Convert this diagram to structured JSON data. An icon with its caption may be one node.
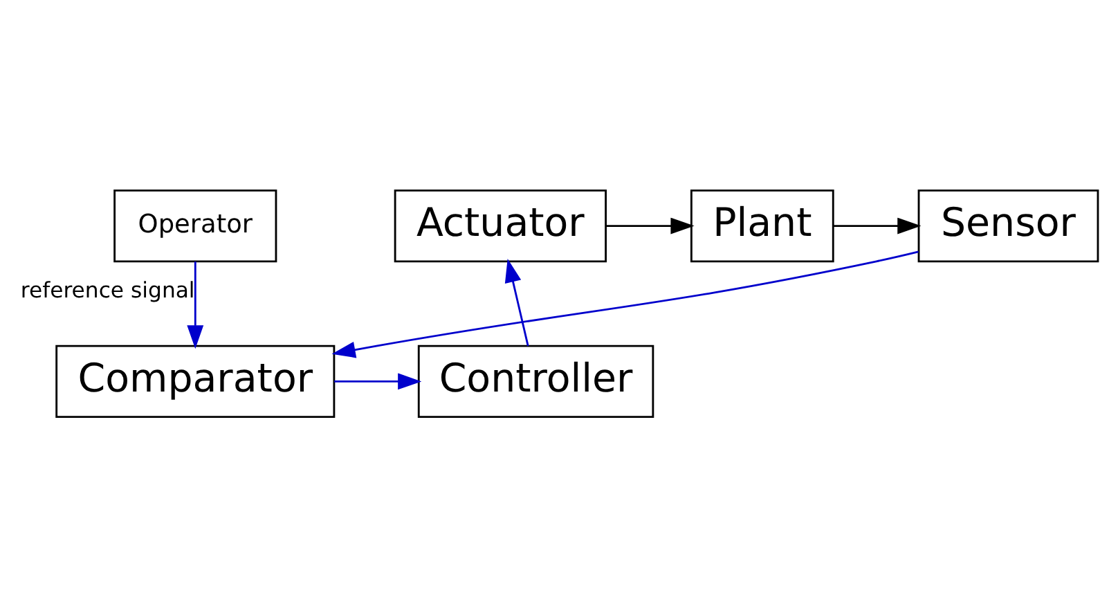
{
  "diagram": {
    "nodes": [
      {
        "text": [
          "Actuator"
        ]
      },
      {
        "text": [
          "Plant"
        ]
      },
      {
        "text": [
          "Sensor"
        ]
      },
      {
        "text": [
          "Controller"
        ]
      },
      {
        "text": [
          "Comparator"
        ]
      },
      {
        "text": [
          "Operator"
        ]
      }
    ],
    "edges": [
      {
        "from": 0,
        "to": 1,
        "arrow": "to",
        "color": "#000000"
      },
      {
        "from": 1,
        "to": 2,
        "arrow": "to",
        "color": "#000000"
      },
      {
        "from": 2,
        "to": 4,
        "arrow": "to"
      },
      {
        "from": 4,
        "to": 3,
        "arrow": "to"
      },
      {
        "from": 3,
        "to": 0,
        "arrow": "to"
      },
      {
        "from": 5,
        "to": 4,
        "arrow": "to",
        "label": "reference signal"
      }
    ]
  }
}
